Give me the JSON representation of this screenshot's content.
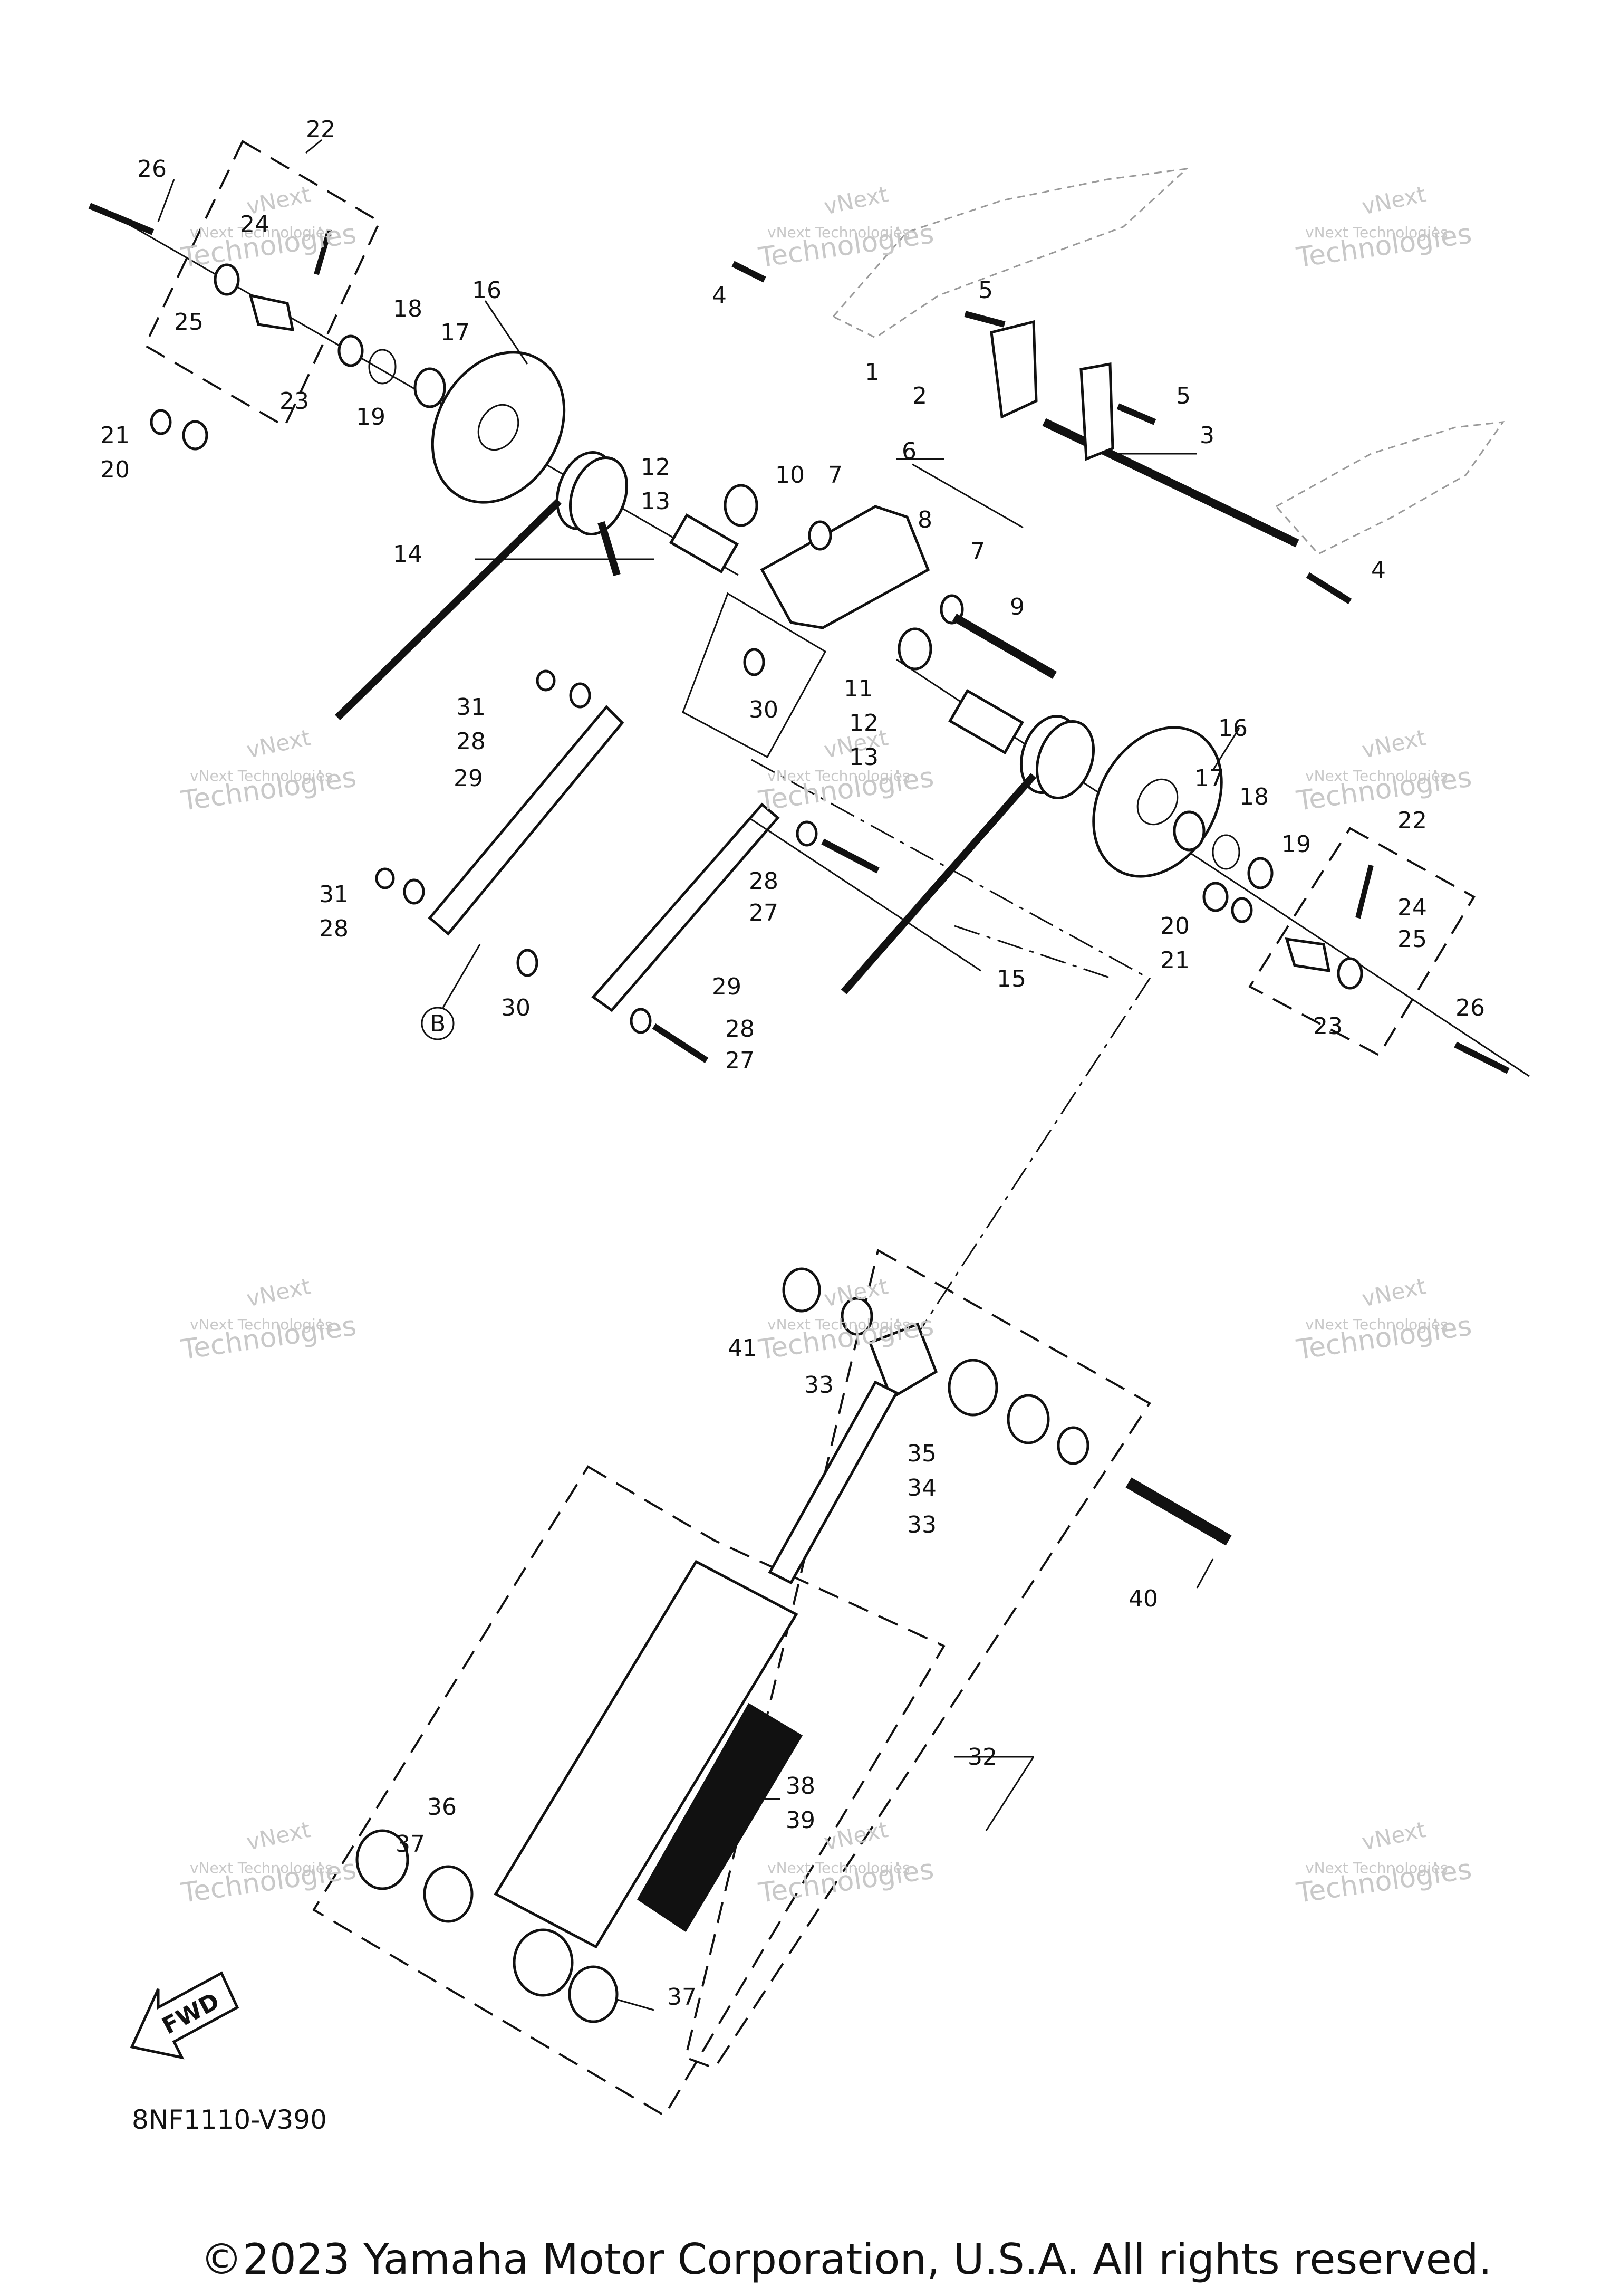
{
  "diagram": {
    "code": "8NF1110-V390",
    "copyright": "©2023 Yamaha Motor Corporation, U.S.A. All rights reserved.",
    "fwd_label": "FWD",
    "section_ref": "B",
    "watermark_line1": "vNext Technologies",
    "watermark_line2": "vNext",
    "watermark_line3": "Technologies",
    "part_labels": [
      "1",
      "2",
      "3",
      "4",
      "4",
      "5",
      "5",
      "6",
      "7",
      "7",
      "8",
      "9",
      "10",
      "11",
      "12",
      "12",
      "13",
      "13",
      "14",
      "15",
      "16",
      "16",
      "17",
      "17",
      "18",
      "18",
      "19",
      "19",
      "20",
      "20",
      "21",
      "21",
      "22",
      "22",
      "23",
      "23",
      "24",
      "24",
      "25",
      "25",
      "26",
      "26",
      "27",
      "27",
      "28",
      "28",
      "28",
      "28",
      "29",
      "29",
      "30",
      "30",
      "31",
      "31",
      "32",
      "33",
      "33",
      "34",
      "35",
      "36",
      "37",
      "37",
      "38",
      "39",
      "40",
      "41"
    ]
  }
}
